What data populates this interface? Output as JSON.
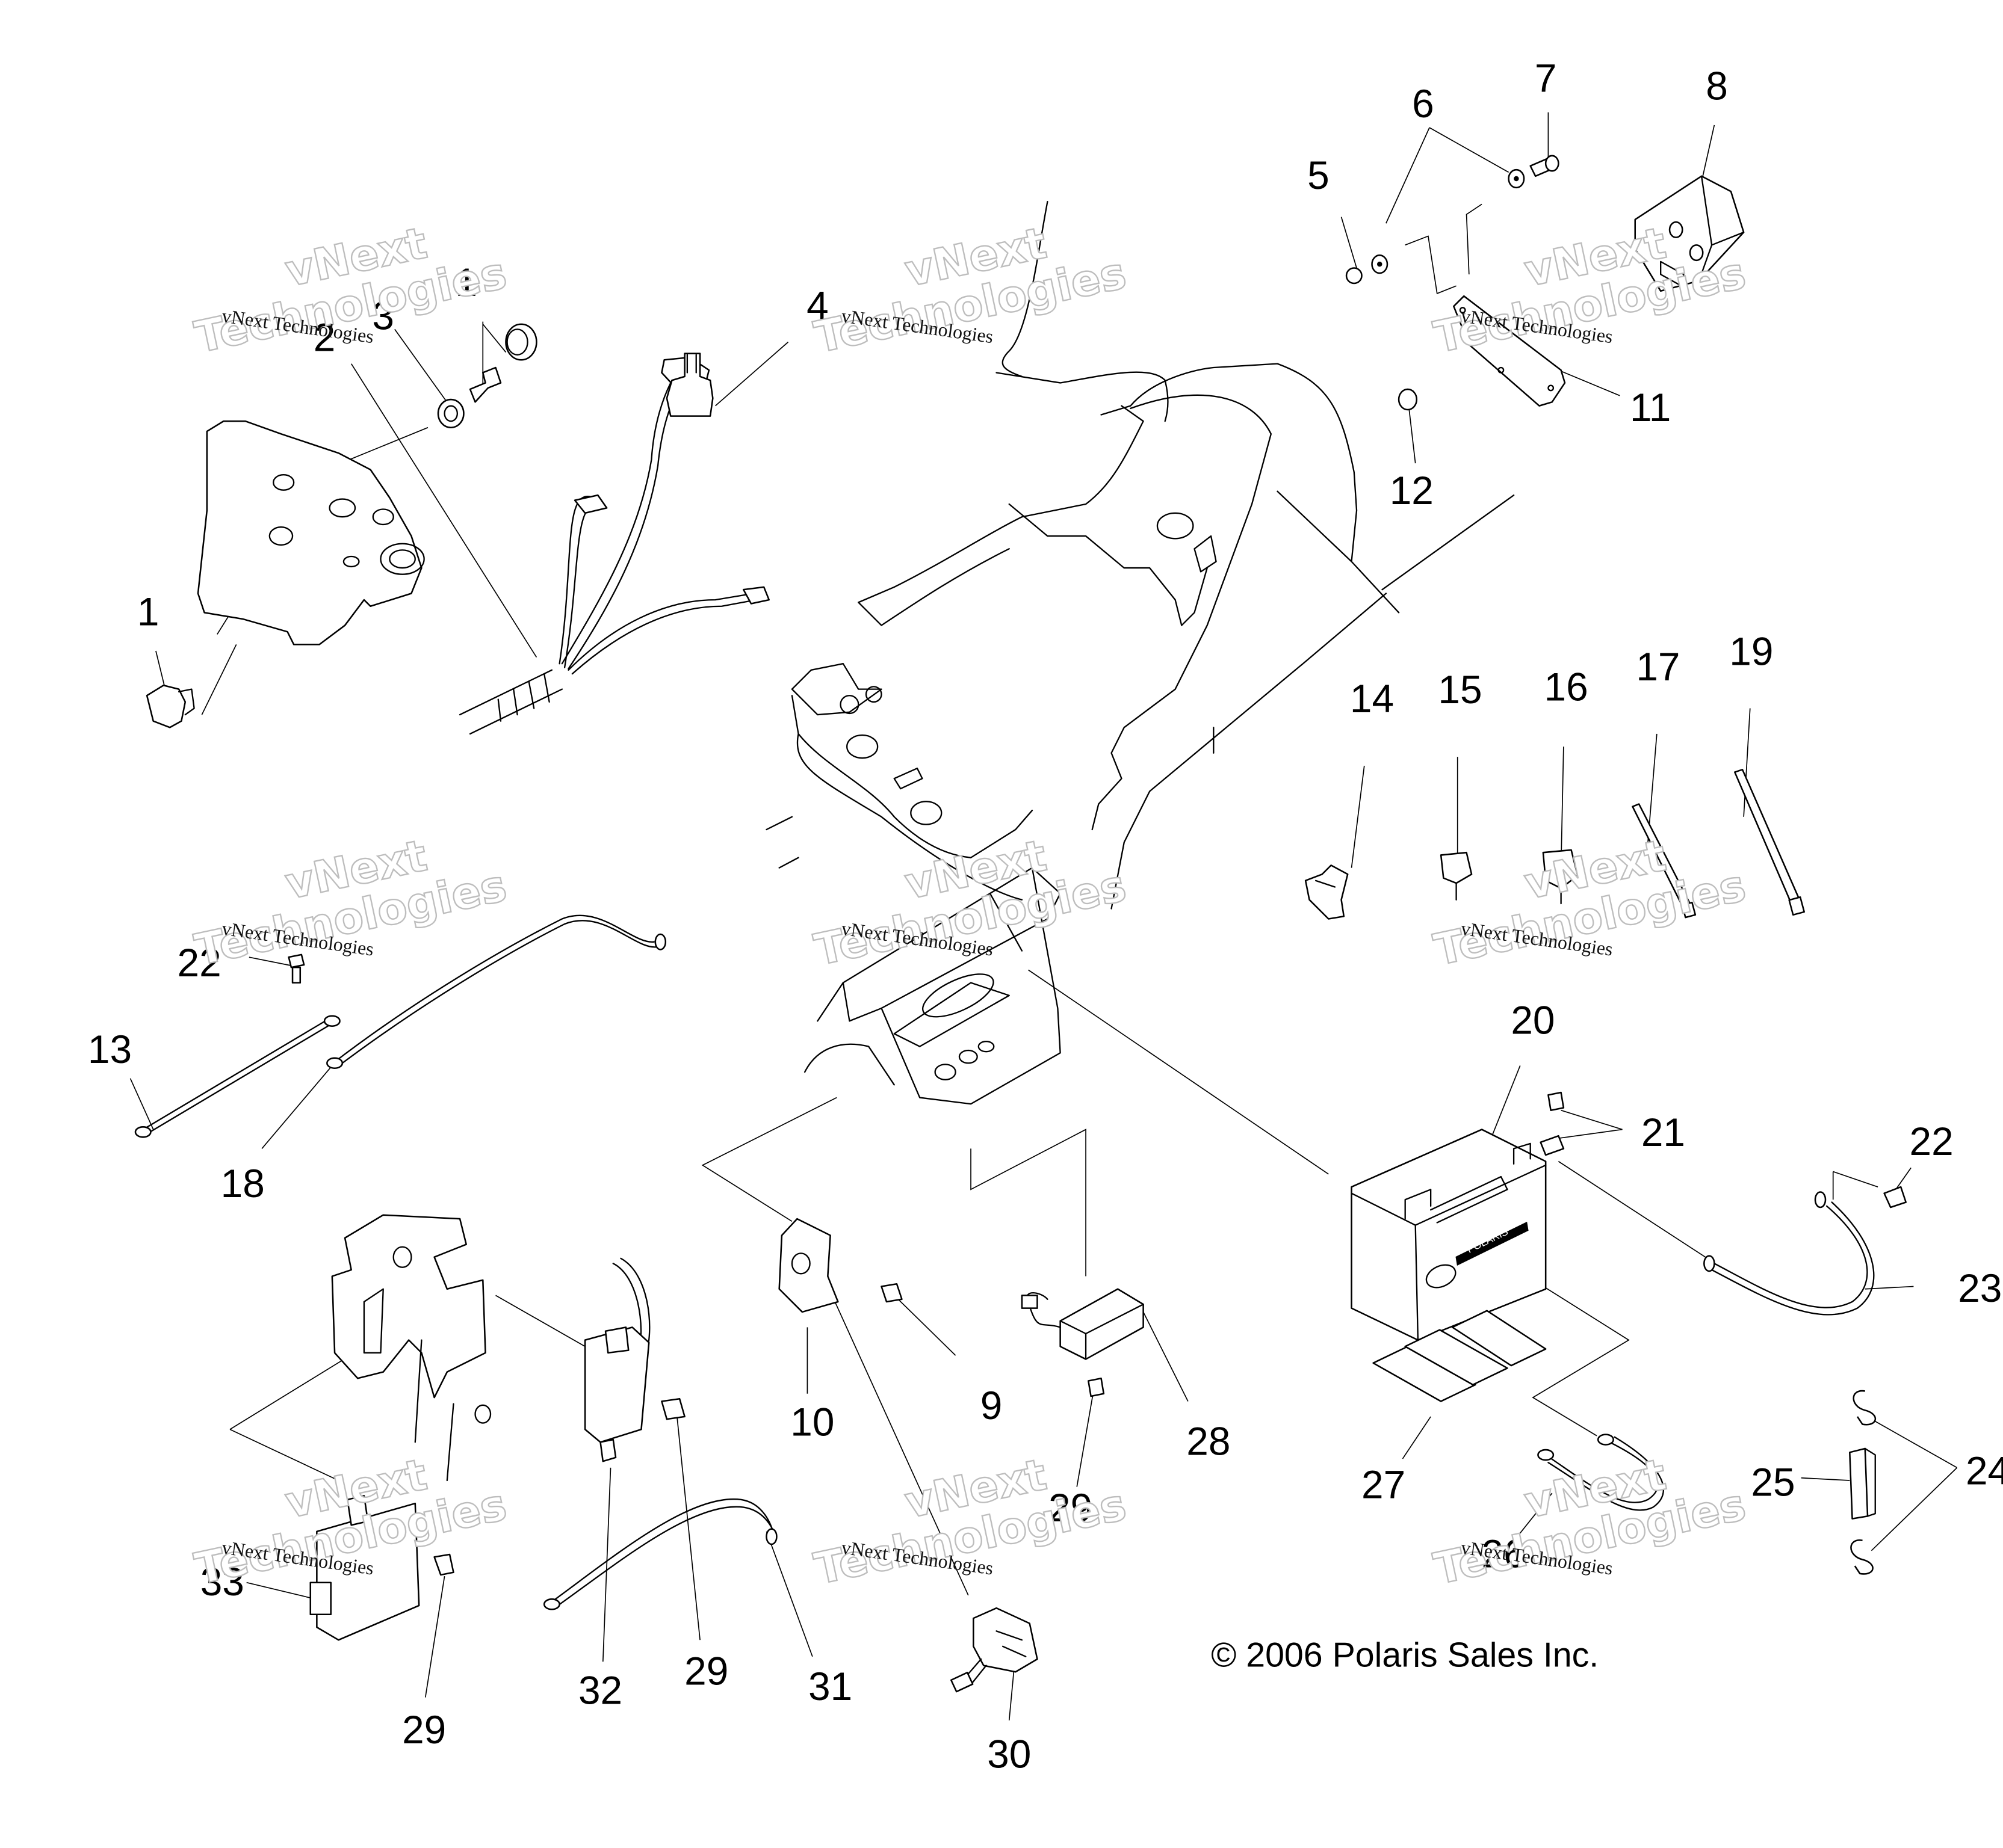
{
  "diagram": {
    "title": "Electrical components exploded parts diagram",
    "copyright": "© 2006 Polaris Sales Inc.",
    "watermark": {
      "outline_line1": "vNext",
      "outline_line2": "Technologies",
      "serif": "vNext Technologies"
    },
    "callouts": [
      {
        "ref": "1"
      },
      {
        "ref": "1"
      },
      {
        "ref": "2"
      },
      {
        "ref": "3"
      },
      {
        "ref": "4"
      },
      {
        "ref": "5"
      },
      {
        "ref": "6"
      },
      {
        "ref": "7"
      },
      {
        "ref": "8"
      },
      {
        "ref": "9"
      },
      {
        "ref": "10"
      },
      {
        "ref": "11"
      },
      {
        "ref": "12"
      },
      {
        "ref": "13"
      },
      {
        "ref": "14"
      },
      {
        "ref": "15"
      },
      {
        "ref": "16"
      },
      {
        "ref": "17"
      },
      {
        "ref": "18"
      },
      {
        "ref": "19"
      },
      {
        "ref": "20"
      },
      {
        "ref": "21"
      },
      {
        "ref": "22"
      },
      {
        "ref": "22"
      },
      {
        "ref": "23"
      },
      {
        "ref": "24"
      },
      {
        "ref": "25"
      },
      {
        "ref": "26"
      },
      {
        "ref": "27"
      },
      {
        "ref": "28"
      },
      {
        "ref": "29"
      },
      {
        "ref": "29"
      },
      {
        "ref": "29"
      },
      {
        "ref": "30"
      },
      {
        "ref": "31"
      },
      {
        "ref": "32"
      },
      {
        "ref": "33"
      }
    ],
    "battery_label": "POLARIS"
  }
}
